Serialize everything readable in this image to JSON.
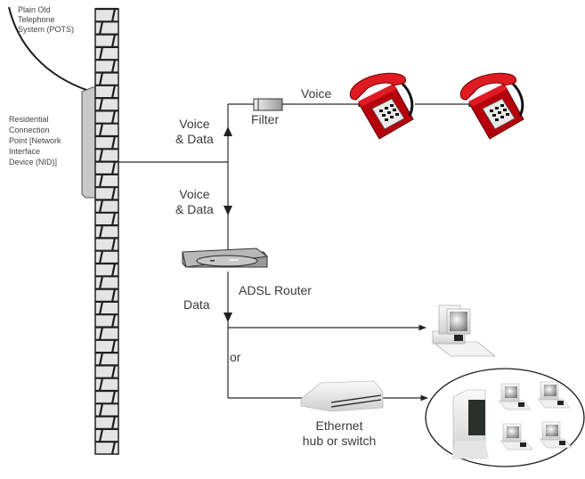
{
  "diagram": {
    "title": "ADSL home network connection diagram",
    "labels": {
      "pots": [
        "Plain Old",
        "Telephone",
        "System (POTS)"
      ],
      "nid": [
        "Residential",
        "Connection",
        "Point [Network",
        "Interface",
        "Device (NID)]"
      ],
      "voice_data_up": [
        "Voice",
        "& Data"
      ],
      "voice_data_down": [
        "Voice",
        "& Data"
      ],
      "filter": "Filter",
      "voice": "Voice",
      "adsl_router": "ADSL Router",
      "data": "Data",
      "or": "or",
      "ethernet": [
        "Ethernet",
        "hub or switch"
      ]
    },
    "nodes": [
      {
        "id": "pots-line",
        "label": "Plain Old Telephone System (POTS)"
      },
      {
        "id": "wall",
        "label": "House wall"
      },
      {
        "id": "nid",
        "label": "Residential Connection Point [Network Interface Device (NID)]"
      },
      {
        "id": "filter",
        "label": "Filter"
      },
      {
        "id": "phone-1",
        "label": "Telephone"
      },
      {
        "id": "phone-2",
        "label": "Telephone"
      },
      {
        "id": "adsl-router",
        "label": "ADSL Router"
      },
      {
        "id": "pc",
        "label": "Computer"
      },
      {
        "id": "ethernet-hub",
        "label": "Ethernet hub or switch"
      },
      {
        "id": "lan-group",
        "label": "Server and four computers"
      }
    ],
    "edges": [
      {
        "from": "nid",
        "to": "filter",
        "label": "Voice & Data"
      },
      {
        "from": "filter",
        "to": "phone-1",
        "label": "Voice"
      },
      {
        "from": "phone-1",
        "to": "phone-2",
        "label": ""
      },
      {
        "from": "nid",
        "to": "adsl-router",
        "label": "Voice & Data"
      },
      {
        "from": "adsl-router",
        "to": "pc",
        "label": "Data"
      },
      {
        "from": "adsl-router",
        "to": "ethernet-hub",
        "label": "or"
      },
      {
        "from": "ethernet-hub",
        "to": "lan-group",
        "label": ""
      }
    ],
    "colors": {
      "phone_red": "#d4101a",
      "phone_dark_red": "#8a0008",
      "line": "#2a2a2a",
      "brick_fill": "#e4e4e4",
      "nid_fill": "#c8c8c8"
    }
  }
}
